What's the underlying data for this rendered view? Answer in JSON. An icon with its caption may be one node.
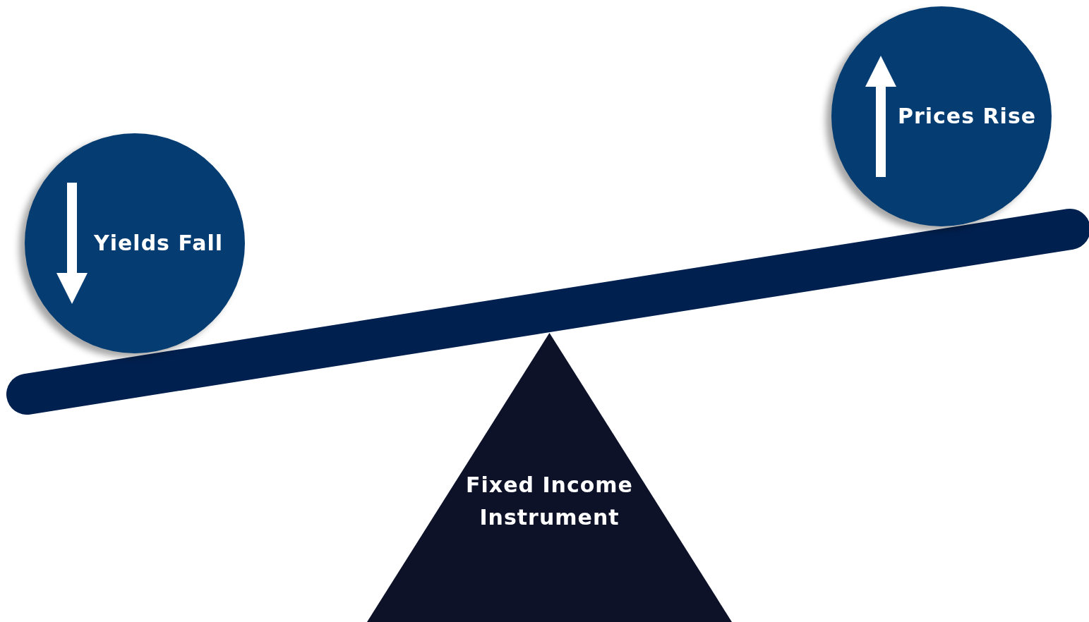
{
  "diagram": {
    "nodes": [
      {
        "text": [
          "Yields Fall"
        ]
      },
      {
        "text": [
          "Prices Rise"
        ]
      },
      {
        "text": [
          "Fixed Income Instrument"
        ]
      }
    ]
  }
}
